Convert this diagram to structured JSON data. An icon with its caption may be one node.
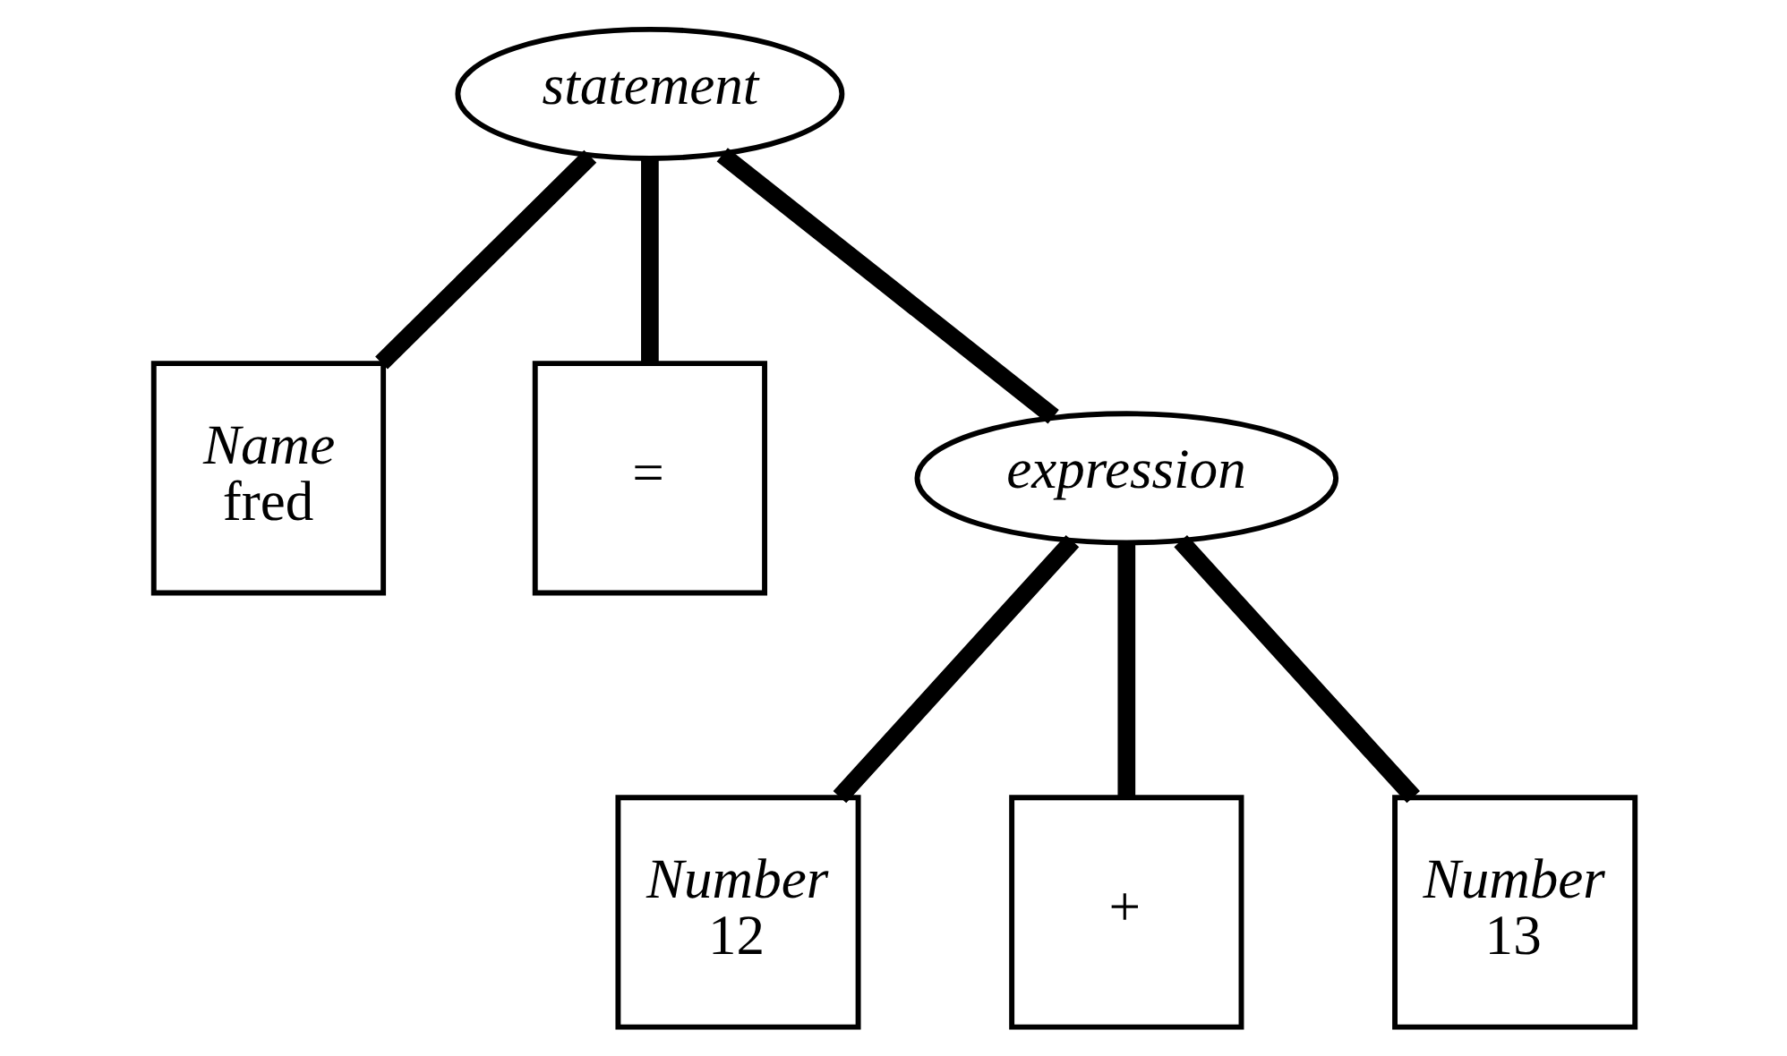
{
  "diagram": {
    "nodes": [
      {
        "text": [
          "statement"
        ]
      },
      {
        "text": [
          "Name",
          "fred"
        ]
      },
      {
        "text": [
          "="
        ]
      },
      {
        "text": [
          "expression"
        ]
      },
      {
        "text": [
          "Number",
          "12"
        ]
      },
      {
        "text": [
          "+"
        ]
      },
      {
        "text": [
          "Number",
          "13"
        ]
      }
    ],
    "edges": [
      {
        "from": 0,
        "to": 1,
        "arrow": "none"
      },
      {
        "from": 0,
        "to": 2,
        "arrow": "none"
      },
      {
        "from": 0,
        "to": 3,
        "arrow": "none"
      },
      {
        "from": 3,
        "to": 4,
        "arrow": "none"
      },
      {
        "from": 3,
        "to": 5,
        "arrow": "none"
      },
      {
        "from": 3,
        "to": 6,
        "arrow": "none"
      }
    ]
  }
}
